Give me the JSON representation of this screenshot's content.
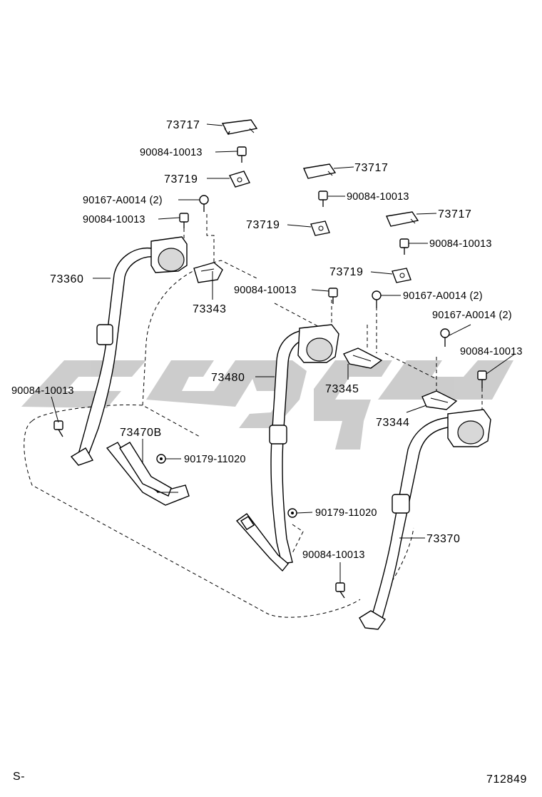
{
  "diagram": {
    "watermark_color": "#c4c4c4",
    "footer_left": "S-",
    "footer_right": "712849",
    "callouts": {
      "c73717_a": "73717",
      "c90084_a": "90084-10013",
      "c73719_a": "73719",
      "c90167_a": "90167-A0014 (2)",
      "c90084_b": "90084-10013",
      "c73360": "73360",
      "c73343": "73343",
      "c73717_b": "73717",
      "c90084_c": "90084-10013",
      "c73719_b": "73719",
      "c73717_c": "73717",
      "c90084_d": "90084-10013",
      "c73719_c": "73719",
      "c90084_e": "90084-10013",
      "c90167_b": "90167-A0014 (2)",
      "c90167_c": "90167-A0014 (2)",
      "c90084_f": "90084-10013",
      "c73480": "73480",
      "c73345": "73345",
      "c73344": "73344",
      "c90084_g": "90084-10013",
      "c73470b": "73470B",
      "c90179_a": "90179-11020",
      "c90179_b": "90179-11020",
      "c73370": "73370",
      "c90084_h": "90084-10013"
    }
  }
}
